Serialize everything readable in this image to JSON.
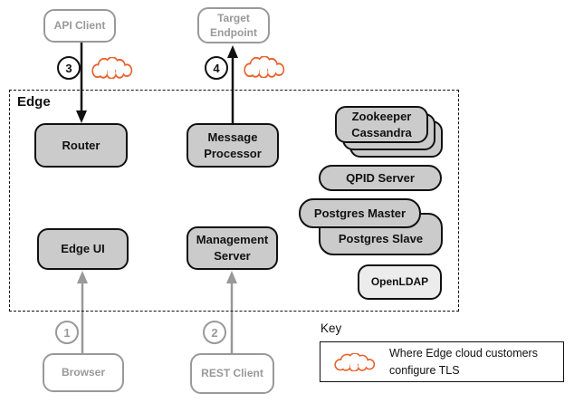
{
  "edge_zone": {
    "label": "Edge"
  },
  "nodes": {
    "api_client": "API Client",
    "target_endpoint": "Target\nEndpoint",
    "router": "Router",
    "message_processor": "Message\nProcessor",
    "zookeeper_cassandra": "Zookeeper\nCassandra",
    "qpid_server": "QPID Server",
    "postgres_master": "Postgres Master",
    "postgres_slave": "Postgres Slave",
    "openldap": "OpenLDAP",
    "edge_ui": "Edge UI",
    "management_server": "Management\nServer",
    "browser": "Browser",
    "rest_client": "REST Client"
  },
  "steps": {
    "one": "1",
    "two": "2",
    "three": "3",
    "four": "4"
  },
  "key": {
    "title": "Key",
    "legend_text": "Where Edge cloud customers\nconfigure TLS"
  },
  "colors": {
    "accent_orange": "#E8622D",
    "node_fill": "#CBCBCB",
    "light_fill": "#ECECEC",
    "muted_gray": "#999999",
    "ink": "#111111"
  },
  "icons": {
    "tls_cloud": "tls-cloud-icon"
  }
}
